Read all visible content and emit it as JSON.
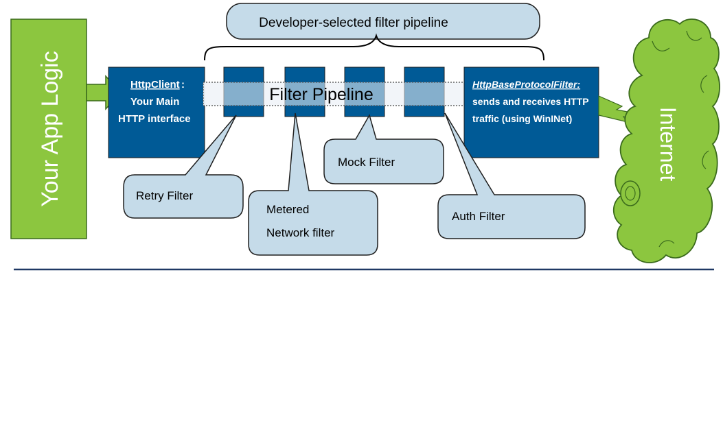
{
  "diagram": {
    "header_callout": "Developer-selected filter pipeline",
    "app_logic_label": "Your App Logic",
    "http_client": {
      "title": "HttpClient",
      "title_suffix": ":",
      "line1": "Your Main",
      "line2": "HTTP interface"
    },
    "pipeline_label": "Filter Pipeline",
    "base_filter": {
      "title": "HttpBaseProtocolFilter:",
      "line1": "sends and receives HTTP",
      "line2": "traffic (using WinINet)"
    },
    "internet_label": "Internet",
    "callouts": {
      "retry": "Retry Filter",
      "metered_line1": "Metered",
      "metered_line2": "Network filter",
      "mock": "Mock Filter",
      "auth": "Auth Filter"
    },
    "colors": {
      "app_logic_green": "#8cc63f",
      "filter_blue": "#005a96",
      "callout_fill": "#c5dbe9",
      "cloud_green": "#8cc63f",
      "line_color": "#1f3864"
    }
  }
}
